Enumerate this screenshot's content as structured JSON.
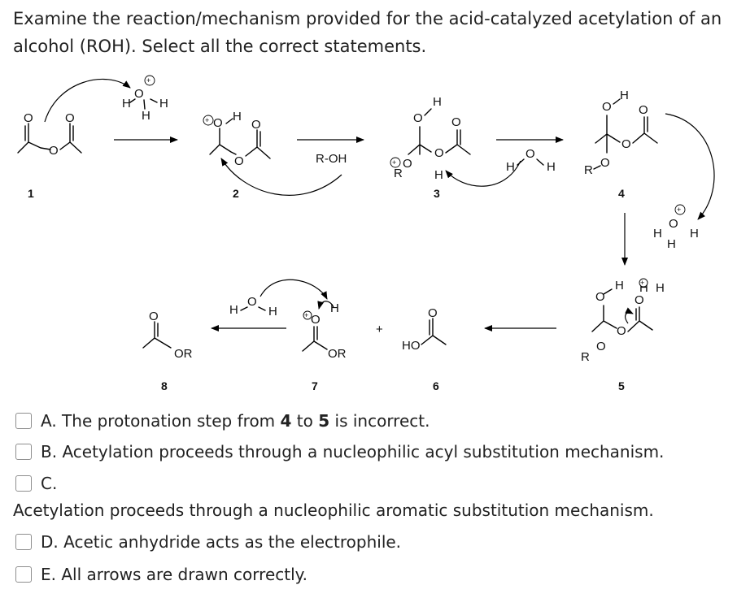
{
  "question": "Examine the reaction/mechanism provided for the acid-catalyzed acetylation of an alcohol (ROH). Select all the correct statements.",
  "scheme": {
    "compound_labels": [
      "1",
      "2",
      "3",
      "4",
      "5",
      "6",
      "7",
      "8"
    ],
    "reagent_roh": "R-OH",
    "plus": "+",
    "ho": "HO",
    "or": "OR"
  },
  "options": [
    {
      "letter": "A.",
      "pre": "The protonation step from ",
      "b1": "4",
      "mid": " to ",
      "b2": "5",
      "post": " is incorrect."
    },
    {
      "letter": "B.",
      "text": "Acetylation proceeds through a nucleophilic acyl substitution mechanism."
    },
    {
      "letter": "C.",
      "text": "Acetylation proceeds through a nucleophilic aromatic substitution mechanism."
    },
    {
      "letter": "D.",
      "text": "Acetic anhydride acts as the electrophile."
    },
    {
      "letter": "E.",
      "text": "All arrows are drawn correctly."
    }
  ]
}
